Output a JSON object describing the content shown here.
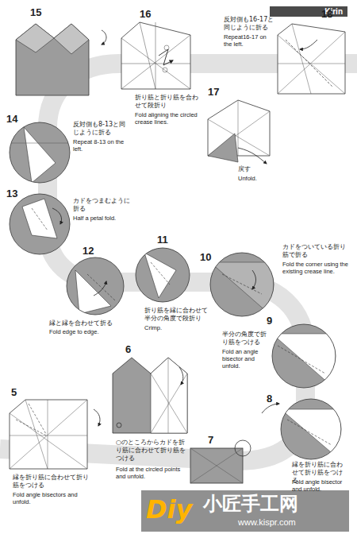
{
  "diagram": {
    "title": "Kirin",
    "labels": [
      "15",
      "16",
      "折り筋と折り筋を合わせて段折り",
      "Fold aligning the circled crease lines.",
      "17",
      "戻す",
      "Unfold.",
      "18",
      "反対側も16-17と同じように折る",
      "Repeat16-17 on the left.",
      "14",
      "反対側も8-13と同じように折る",
      "Repeat 8-13 on the left.",
      "13",
      "カドをつまむように折る",
      "Half a petal fold.",
      "12",
      "縁と縁を合わせて折る",
      "Fold edge to edge.",
      "11",
      "折り筋を縁に合わせて半分の角度で段折り",
      "Crimp.",
      "10",
      "カドをついている折り筋で折る",
      "Fold the corner using the existing crease line.",
      "9",
      "半分の角度で折り筋をつける",
      "Fold an angle bisector and unfold.",
      "5",
      "縁を折り筋に合わせて折り筋をつける",
      "Fold angle bisectors and unfold.",
      "6",
      "○のところからカドを折り筋に合わせて折り筋をつける",
      "Fold at the circled points and unfold.",
      "7",
      "8",
      "縁を折り筋に合わせて折り筋をつける",
      "Fold angle bisector and unfold.",
      "Diy",
      "小匠手工网",
      "www.kispr.com"
    ]
  }
}
